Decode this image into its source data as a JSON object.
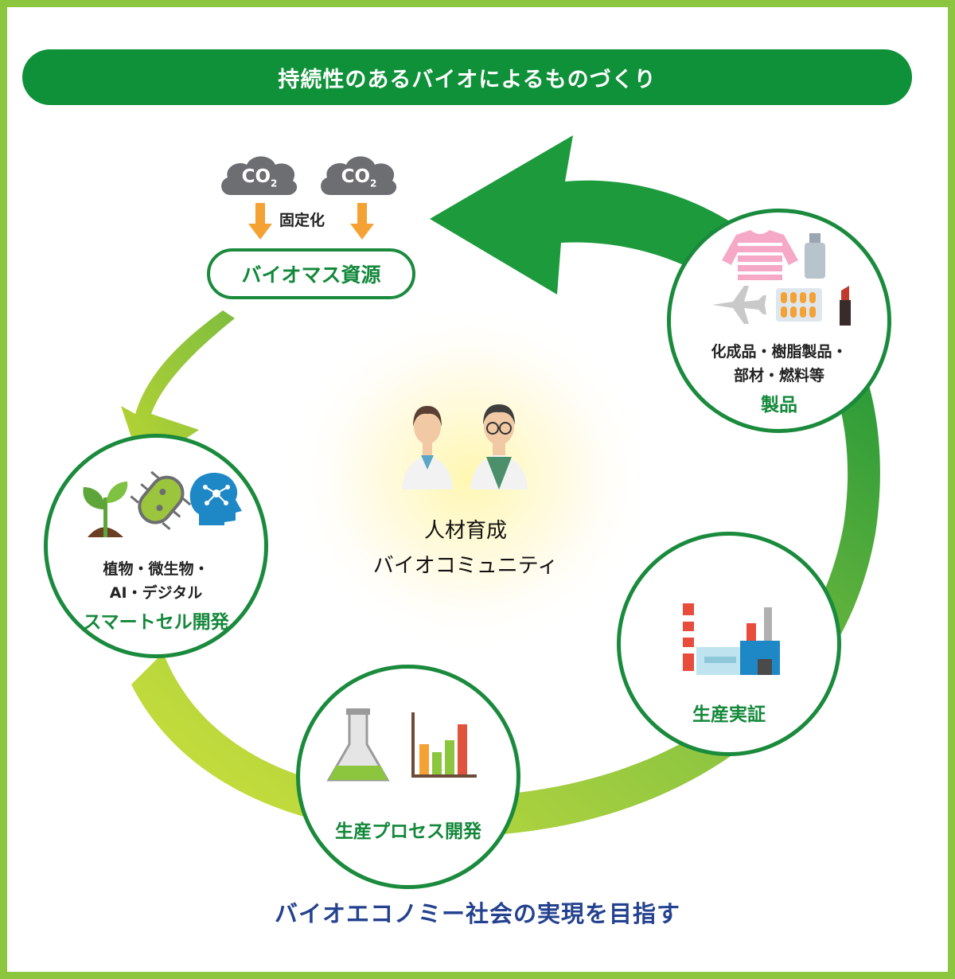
{
  "colors": {
    "frame": "#8cc63f",
    "title_bg": "#0f9139",
    "node_border": "#1a8a3c",
    "label_green": "#13883a",
    "goal_text": "#24428f",
    "arrow_orange": "#f4a233"
  },
  "title": "持続性のあるバイオによるものづくり",
  "co2_clouds": [
    {
      "label": "CO",
      "subscript": "2"
    },
    {
      "label": "CO",
      "subscript": "2"
    }
  ],
  "fixation_label": "固定化",
  "biomass_label": "バイオマス資源",
  "nodes": {
    "smart_cell": {
      "line1": "植物・微生物・",
      "line2": "AI・デジタル",
      "title": "スマートセル開発",
      "icons": [
        "sprout-icon",
        "microbe-icon",
        "ai-head-icon"
      ]
    },
    "process": {
      "title": "生産プロセス開発",
      "icons": [
        "flask-icon",
        "bar-chart-icon"
      ]
    },
    "demo": {
      "title": "生産実証",
      "icons": [
        "factory-icon"
      ]
    },
    "products": {
      "line1": "化成品・樹脂製品・",
      "line2": "部材・燃料等",
      "title": "製品",
      "icons": [
        "sweater-icon",
        "bottle-icon",
        "airplane-icon",
        "pill-pack-icon",
        "lipstick-icon"
      ]
    }
  },
  "center": {
    "line1": "人材育成",
    "line2": "バイオコミュニティ",
    "icons": [
      "female-researcher-icon",
      "male-researcher-icon"
    ]
  },
  "goal": "バイオエコノミー社会の実現を目指す"
}
